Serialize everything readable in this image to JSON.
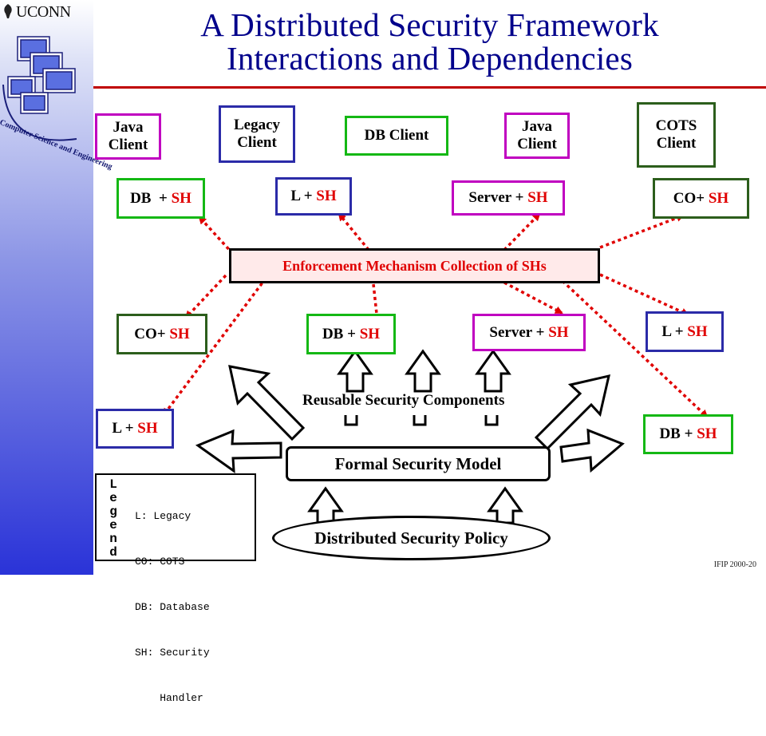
{
  "header": {
    "brand": "UCONN",
    "logo_caption": "Computer Science and Engineering",
    "title_line1": "A Distributed Security Framework",
    "title_line2": "Interactions and Dependencies"
  },
  "clients": {
    "java_left": {
      "line1": "Java",
      "line2": "Client"
    },
    "legacy": {
      "line1": "Legacy",
      "line2": "Client"
    },
    "db": {
      "line1": "DB Client"
    },
    "java_right": {
      "line1": "Java",
      "line2": "Client"
    },
    "cots": {
      "line1": "COTS",
      "line2": "Client"
    }
  },
  "sh_suffix": "SH",
  "top_handlers": {
    "db": "DB  + ",
    "legacy": "L + ",
    "server": "Server + ",
    "cots": "CO+ "
  },
  "enforcement": "Enforcement Mechanism Collection of SHs",
  "mid_handlers": {
    "cots": "CO+ ",
    "db": "DB + ",
    "server": "Server + ",
    "legacy": "L + "
  },
  "low_handlers": {
    "legacy": "L + ",
    "db": "DB + "
  },
  "reusable": "Reusable Security Components",
  "formal_model": "Formal Security Model",
  "policy": "Distributed Security Policy",
  "legend": {
    "word": [
      "L",
      "e",
      "g",
      "e",
      "n",
      "d"
    ],
    "items": [
      "L: Legacy",
      "CO: COTS",
      "DB: Database",
      "SH: Security",
      "    Handler"
    ]
  },
  "footer": "IFIP 2000-20",
  "colors": {
    "title": "#00008b",
    "sh_text": "#e00000",
    "rule": "#c00000",
    "border_purple": "#c000c0",
    "border_blue": "#2b2ba8",
    "border_green": "#14b814",
    "border_dark_green": "#2c5e1c",
    "dotted_line": "#e00000"
  }
}
